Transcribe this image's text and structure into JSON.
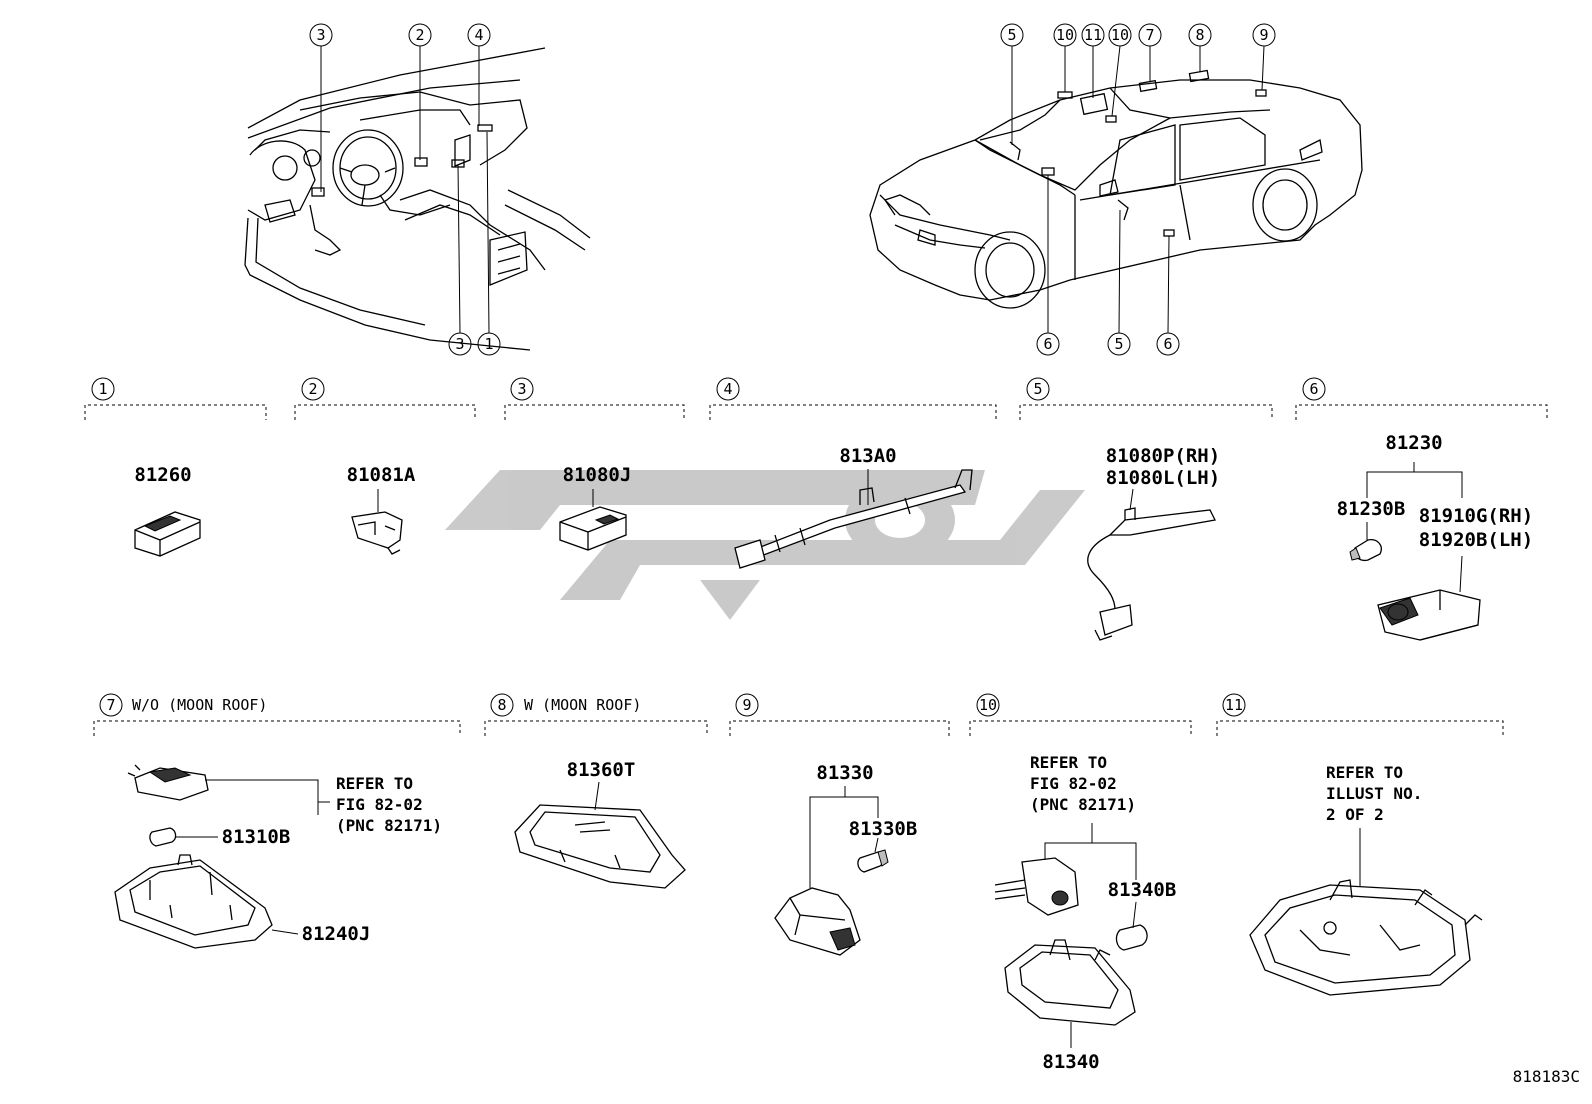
{
  "diagram_code": "818183C",
  "watermark_text": "",
  "sections": [
    {
      "callout": "1",
      "title": "",
      "parts": [
        "81260"
      ]
    },
    {
      "callout": "2",
      "title": "",
      "parts": [
        "81081A"
      ]
    },
    {
      "callout": "3",
      "title": "",
      "parts": [
        "81080J"
      ]
    },
    {
      "callout": "4",
      "title": "",
      "parts": [
        "813A0"
      ]
    },
    {
      "callout": "5",
      "title": "",
      "parts": [
        "81080P(RH)",
        "81080L(LH)"
      ]
    },
    {
      "callout": "6",
      "title": "",
      "parts": [
        "81230",
        "81230B",
        "81910G(RH)",
        "81920B(LH)"
      ]
    },
    {
      "callout": "7",
      "title": "W/O (MOON ROOF)",
      "parts": [
        "81310B",
        "81240J"
      ],
      "note": [
        "REFER TO",
        "FIG 82-02",
        "(PNC 82171)"
      ]
    },
    {
      "callout": "8",
      "title": "W (MOON ROOF)",
      "parts": [
        "81360T"
      ]
    },
    {
      "callout": "9",
      "title": "",
      "parts": [
        "81330",
        "81330B"
      ]
    },
    {
      "callout": "10",
      "title": "",
      "parts": [
        "81340B",
        "81340"
      ],
      "note": [
        "REFER TO",
        "FIG 82-02",
        "(PNC 82171)"
      ]
    },
    {
      "callout": "11",
      "title": "",
      "parts": [],
      "note": [
        "REFER TO",
        "ILLUST NO.",
        "2 OF 2"
      ]
    }
  ],
  "overview_callouts": {
    "interior": [
      "3",
      "2",
      "4",
      "3",
      "1"
    ],
    "vehicle_top": [
      "5",
      "10",
      "11",
      "10",
      "7",
      "8",
      "9"
    ],
    "vehicle_bottom": [
      "6",
      "5",
      "6"
    ]
  }
}
